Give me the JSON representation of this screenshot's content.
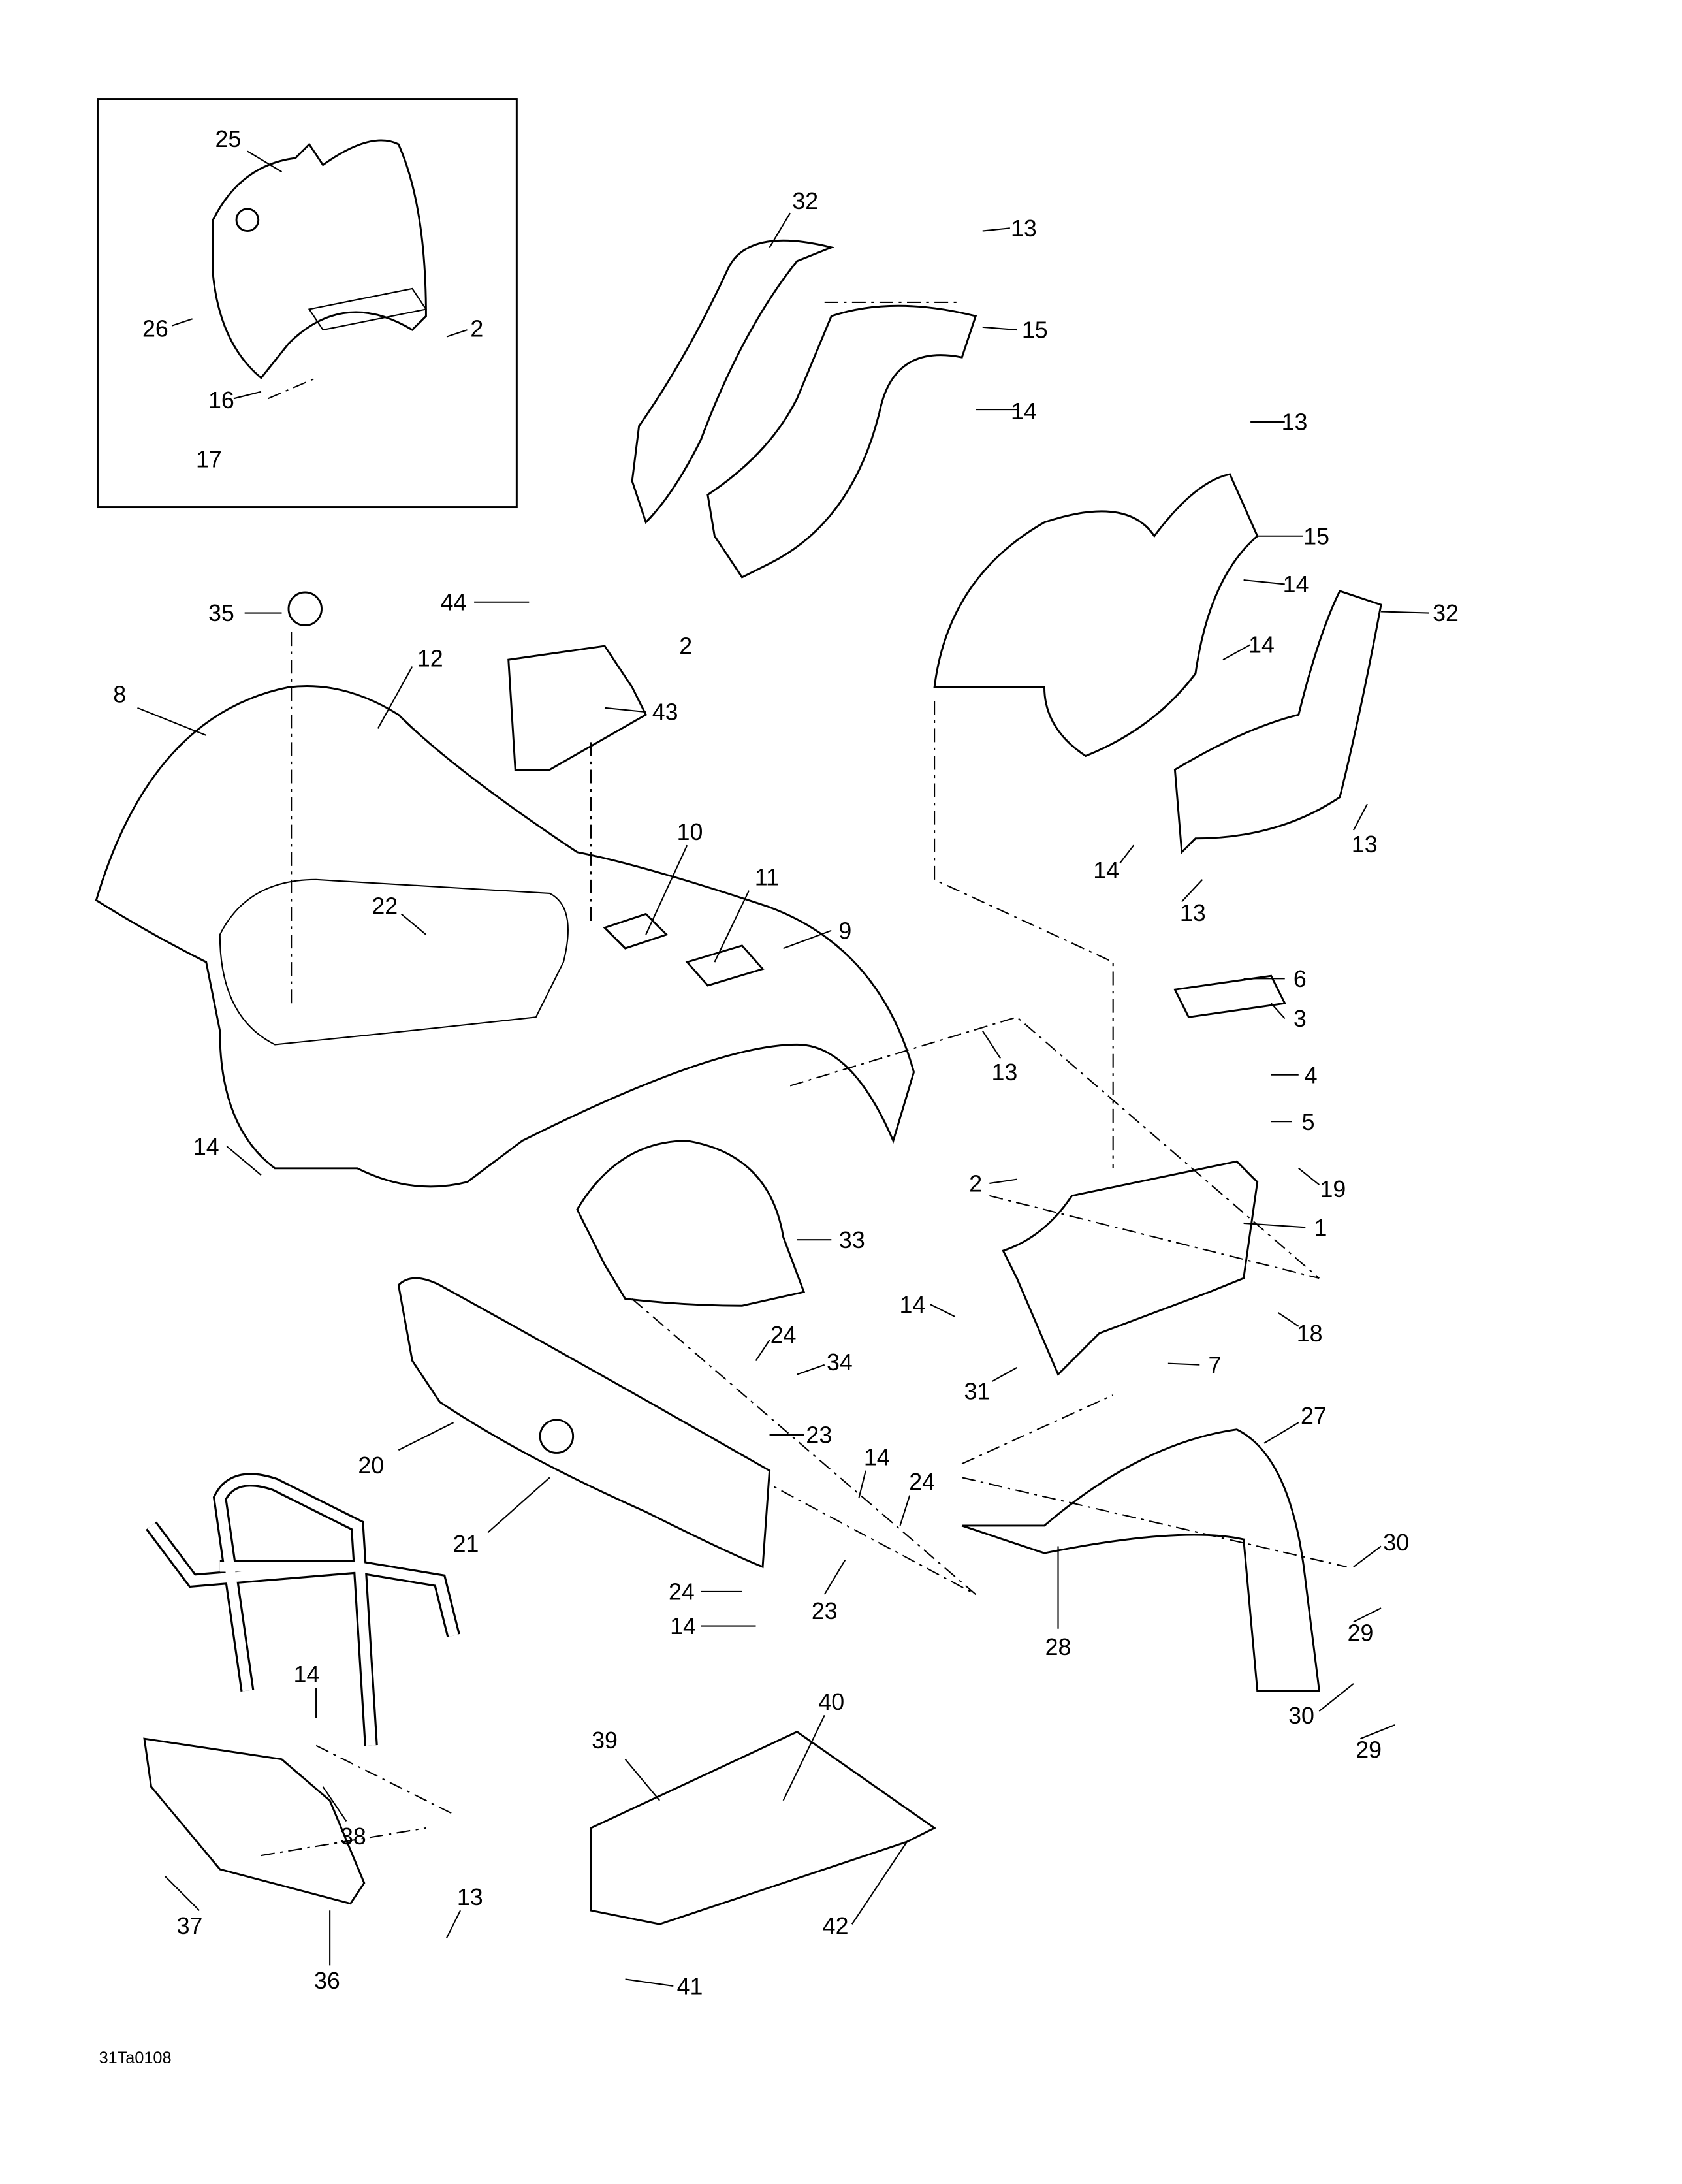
{
  "diagram": {
    "reference_code": "31Ta0108",
    "callouts": [
      "25",
      "26",
      "2",
      "16",
      "17",
      "32",
      "13",
      "15",
      "14",
      "2",
      "13",
      "15",
      "14",
      "32",
      "14",
      "13",
      "14",
      "13",
      "35",
      "44",
      "12",
      "43",
      "8",
      "10",
      "11",
      "9",
      "22",
      "13",
      "6",
      "3",
      "4",
      "5",
      "2",
      "19",
      "1",
      "14",
      "33",
      "14",
      "18",
      "24",
      "34",
      "7",
      "31",
      "27",
      "23",
      "14",
      "24",
      "20",
      "21",
      "30",
      "24",
      "23",
      "28",
      "14",
      "29",
      "14",
      "30",
      "29",
      "40",
      "39",
      "38",
      "13",
      "42",
      "37",
      "36",
      "41"
    ]
  }
}
